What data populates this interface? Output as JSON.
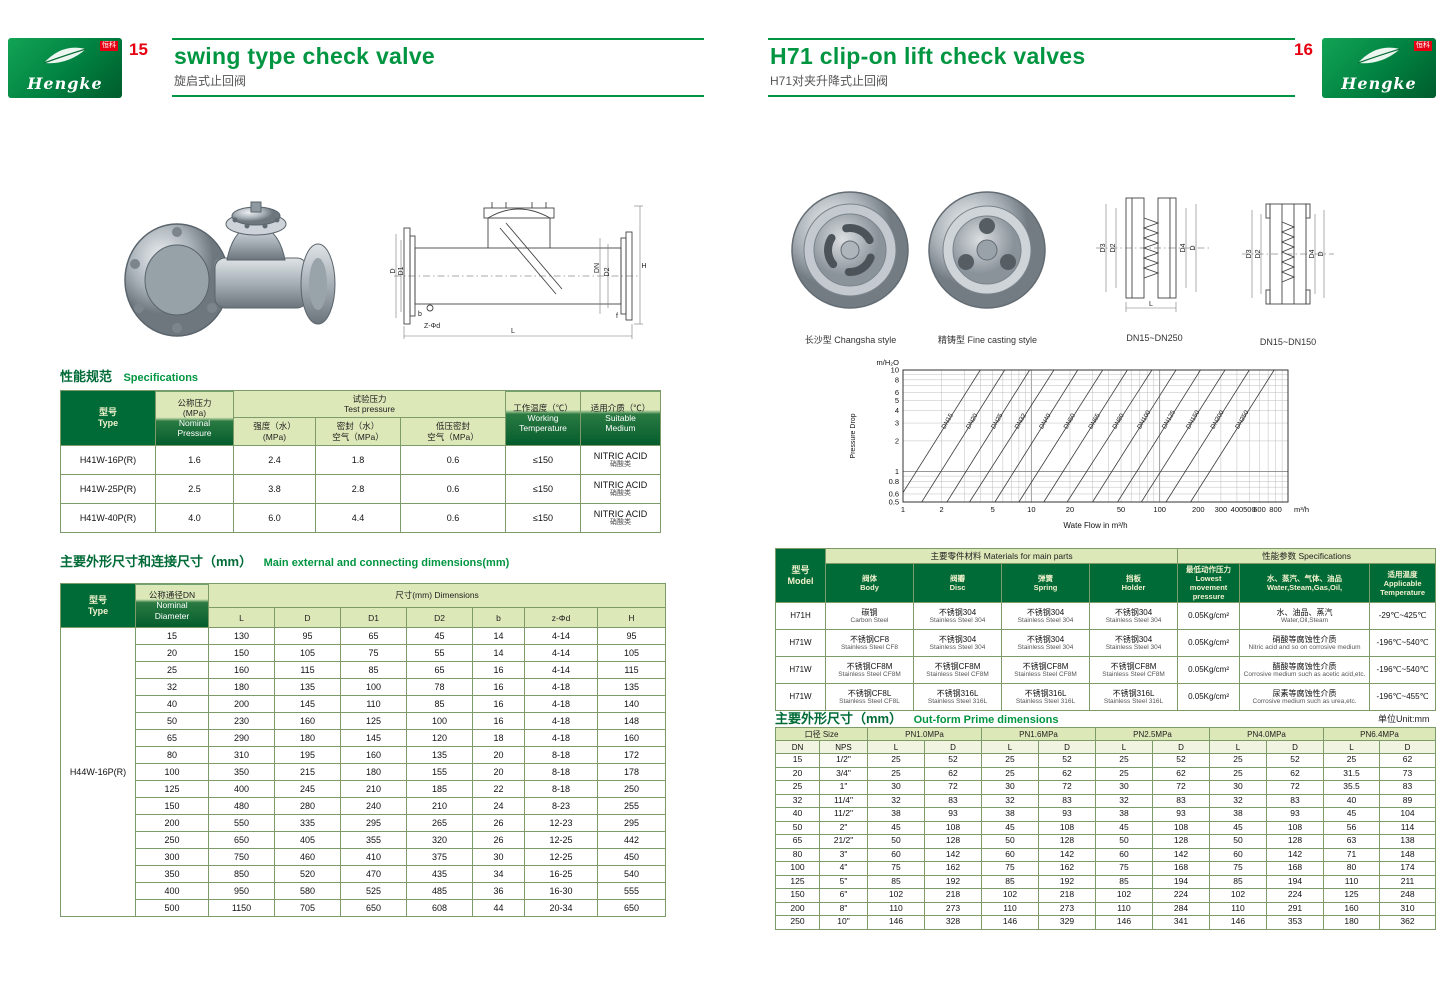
{
  "theme": {
    "brand_green": "#009540",
    "dark_green": "#006b37",
    "light_green": "#dce8b8",
    "accent_red": "#e60012"
  },
  "brand": {
    "name": "Hengke",
    "cn": "恒科"
  },
  "left_page": {
    "page_number": "15",
    "title": "swing type check valve",
    "subtitle": "旋启式止回阀",
    "spec_heading": {
      "cn": "性能规范",
      "en": "Specifications"
    },
    "spec_table": {
      "h_type": "型号\nType",
      "h_nominal_cn": "公称压力\n(MPa)",
      "h_nominal_en": "Nominal\nPressure",
      "h_test": "试验压力\nTest pressure",
      "h_strength": "强度（水）\n(MPa)",
      "h_seal": "密封（水）\n空气（MPa）",
      "h_low": "低压密封\n空气（MPa）",
      "h_working_cn": "工作温度（℃）",
      "h_working_en": "Working\nTemperature",
      "h_medium_cn": "适用介质（℃）",
      "h_medium_en": "Suitable\nMedium",
      "rows": [
        [
          "H41W-16P(R)",
          "1.6",
          "2.4",
          "1.8",
          "0.6",
          "≤150",
          "NITRIC ACID\n硝酸类"
        ],
        [
          "H41W-25P(R)",
          "2.5",
          "3.8",
          "2.8",
          "0.6",
          "≤150",
          "NITRIC ACID\n硝酸类"
        ],
        [
          "H41W-40P(R)",
          "4.0",
          "6.0",
          "4.4",
          "0.6",
          "≤150",
          "NITRIC ACID\n硝酸类"
        ]
      ]
    },
    "dim_heading": {
      "cn": "主要外形尺寸和连接尺寸（mm）",
      "en": "Main external and connecting dimensions(mm)"
    },
    "dim_table": {
      "h_type": "型号\nType",
      "h_dn_cn": "公称通径DN",
      "h_dn_en": "Nominal\nDiameter",
      "h_dims": "尺寸(mm) Dimensions",
      "cols": [
        "L",
        "D",
        "D1",
        "D2",
        "b",
        "z-Φd",
        "H"
      ],
      "model": "H44W-16P(R)",
      "rows": [
        [
          "15",
          "130",
          "95",
          "65",
          "45",
          "14",
          "4-14",
          "95"
        ],
        [
          "20",
          "150",
          "105",
          "75",
          "55",
          "14",
          "4-14",
          "105"
        ],
        [
          "25",
          "160",
          "115",
          "85",
          "65",
          "16",
          "4-14",
          "115"
        ],
        [
          "32",
          "180",
          "135",
          "100",
          "78",
          "16",
          "4-18",
          "135"
        ],
        [
          "40",
          "200",
          "145",
          "110",
          "85",
          "16",
          "4-18",
          "140"
        ],
        [
          "50",
          "230",
          "160",
          "125",
          "100",
          "16",
          "4-18",
          "148"
        ],
        [
          "65",
          "290",
          "180",
          "145",
          "120",
          "18",
          "4-18",
          "160"
        ],
        [
          "80",
          "310",
          "195",
          "160",
          "135",
          "20",
          "8-18",
          "172"
        ],
        [
          "100",
          "350",
          "215",
          "180",
          "155",
          "20",
          "8-18",
          "178"
        ],
        [
          "125",
          "400",
          "245",
          "210",
          "185",
          "22",
          "8-18",
          "250"
        ],
        [
          "150",
          "480",
          "280",
          "240",
          "210",
          "24",
          "8-23",
          "255"
        ],
        [
          "200",
          "550",
          "335",
          "295",
          "265",
          "26",
          "12-23",
          "295"
        ],
        [
          "250",
          "650",
          "405",
          "355",
          "320",
          "26",
          "12-25",
          "442"
        ],
        [
          "300",
          "750",
          "460",
          "410",
          "375",
          "30",
          "12-25",
          "450"
        ],
        [
          "350",
          "850",
          "520",
          "470",
          "435",
          "34",
          "16-25",
          "540"
        ],
        [
          "400",
          "950",
          "580",
          "525",
          "485",
          "36",
          "16-30",
          "555"
        ],
        [
          "500",
          "1150",
          "705",
          "650",
          "608",
          "44",
          "20-34",
          "650"
        ]
      ]
    },
    "drawing_labels": {
      "h": "H",
      "dn": "DN",
      "d2": "D2",
      "d1": "D1",
      "d": "D",
      "b": "b",
      "f": "f",
      "l": "L",
      "zd": "Z-Φd"
    }
  },
  "right_page": {
    "page_number": "16",
    "title": "H71 clip-on lift check valves",
    "subtitle": "H71对夹升降式止回阀",
    "photo_captions": [
      "长沙型 Changsha style",
      "精铸型 Fine casting style"
    ],
    "drawing_captions": [
      "DN15~DN250",
      "DN15~DN150"
    ],
    "drawing_labels": {
      "d3": "D3",
      "d2": "D2",
      "d": "D",
      "d4": "D4",
      "l": "L"
    },
    "materials_table": {
      "h_model": "型号\nModel",
      "h_materials": "主要零件材料 Materials for main parts",
      "h_specs": "性能参数 Specifications",
      "h_body": "阀体\nBody",
      "h_disc": "阀瓣\nDisc",
      "h_spring": "弹簧\nSpring",
      "h_holder": "挡板\nHolder",
      "h_pressure": "最低动作压力\nLowest movement\npressure",
      "h_media": "水、蒸汽、气体、油品\nWater,Steam,Gas,Oil,",
      "h_temp": "适用温度\nApplicable\nTemperature",
      "rows": [
        [
          "H71H",
          "碳钢\nCarbon Steel",
          "不锈钢304\nStainless Steel 304",
          "不锈钢304\nStainless Steel 304",
          "不锈钢304\nStainless Steel 304",
          "0.05Kg/cm²",
          "水、油品、蒸汽\nWater,Oil,Steam",
          "-29℃~425℃"
        ],
        [
          "H71W",
          "不锈钢CF8\nStainless Steel CF8",
          "不锈钢304\nStainless Steel 304",
          "不锈钢304\nStainless Steel 304",
          "不锈钢304\nStainless Steel 304",
          "0.05Kg/cm²",
          "硝酸等腐蚀性介质\nNitric acid and so on corrosive medium",
          "-196℃~540℃"
        ],
        [
          "H71W",
          "不锈钢CF8M\nStainless Steel CF8M",
          "不锈钢CF8M\nStainless Steel CF8M",
          "不锈钢CF8M\nStainless Steel CF8M",
          "不锈钢CF8M\nStainless Steel CF8M",
          "0.05Kg/cm²",
          "醋酸等腐蚀性介质\nCorrosive medium such as acetic acid,etc.",
          "-196℃~540℃"
        ],
        [
          "H71W",
          "不锈钢CF8L\nStainless Steel CF8L",
          "不锈钢316L\nStainless Steel 316L",
          "不锈钢316L\nStainless Steel 316L",
          "不锈钢316L\nStainless Steel 316L",
          "0.05Kg/cm²",
          "尿素等腐蚀性介质\nCorrosive medium such as urea,etc.",
          "-196℃~455℃"
        ]
      ]
    },
    "outform_heading": {
      "cn": "主要外形尺寸（mm）",
      "en": "Out-form Prime dimensions",
      "unit": "单位Unit:mm"
    },
    "outform_table": {
      "h_size": "口径 Size",
      "h_pn": [
        "PN1.0MPa",
        "PN1.6MPa",
        "PN2.5MPa",
        "PN4.0MPa",
        "PN6.4MPa"
      ],
      "h_dn": "DN",
      "h_nps": "NPS",
      "h_l": "L",
      "h_d": "D",
      "rows": [
        [
          "15",
          "1/2\"",
          "25",
          "52",
          "25",
          "52",
          "25",
          "52",
          "25",
          "52",
          "25",
          "62"
        ],
        [
          "20",
          "3/4\"",
          "25",
          "62",
          "25",
          "62",
          "25",
          "62",
          "25",
          "62",
          "31.5",
          "73"
        ],
        [
          "25",
          "1\"",
          "30",
          "72",
          "30",
          "72",
          "30",
          "72",
          "30",
          "72",
          "35.5",
          "83"
        ],
        [
          "32",
          "11/4\"",
          "32",
          "83",
          "32",
          "83",
          "32",
          "83",
          "32",
          "83",
          "40",
          "89"
        ],
        [
          "40",
          "11/2\"",
          "38",
          "93",
          "38",
          "93",
          "38",
          "93",
          "38",
          "93",
          "45",
          "104"
        ],
        [
          "50",
          "2\"",
          "45",
          "108",
          "45",
          "108",
          "45",
          "108",
          "45",
          "108",
          "56",
          "114"
        ],
        [
          "65",
          "21/2\"",
          "50",
          "128",
          "50",
          "128",
          "50",
          "128",
          "50",
          "128",
          "63",
          "138"
        ],
        [
          "80",
          "3\"",
          "60",
          "142",
          "60",
          "142",
          "60",
          "142",
          "60",
          "142",
          "71",
          "148"
        ],
        [
          "100",
          "4\"",
          "75",
          "162",
          "75",
          "162",
          "75",
          "168",
          "75",
          "168",
          "80",
          "174"
        ],
        [
          "125",
          "5\"",
          "85",
          "192",
          "85",
          "192",
          "85",
          "194",
          "85",
          "194",
          "110",
          "211"
        ],
        [
          "150",
          "6\"",
          "102",
          "218",
          "102",
          "218",
          "102",
          "224",
          "102",
          "224",
          "125",
          "248"
        ],
        [
          "200",
          "8\"",
          "110",
          "273",
          "110",
          "273",
          "110",
          "284",
          "110",
          "291",
          "160",
          "310"
        ],
        [
          "250",
          "10\"",
          "146",
          "328",
          "146",
          "329",
          "146",
          "341",
          "146",
          "353",
          "180",
          "362"
        ]
      ]
    }
  },
  "chart_data": {
    "type": "line",
    "title": "",
    "xlabel": "Wate Flow in m³/h",
    "x_unit": "m³/h",
    "ylabel": "Pressure Drop",
    "y_unit": "m/H₂O",
    "x_scale": "log",
    "y_scale": "log",
    "xlim": [
      1,
      1000
    ],
    "ylim": [
      0.5,
      10
    ],
    "x_ticks": [
      1,
      2,
      5,
      10,
      20,
      50,
      100,
      200,
      300,
      400,
      500,
      600,
      800
    ],
    "y_ticks": [
      10,
      8,
      6,
      5,
      4,
      3,
      2,
      1,
      0.8,
      0.6,
      0.5
    ],
    "grid": true,
    "legend": "labels-on-lines",
    "series": [
      {
        "name": "DN15",
        "points": [
          [
            0.9,
            0.5
          ],
          [
            4.0,
            10
          ]
        ]
      },
      {
        "name": "DN20",
        "points": [
          [
            1.4,
            0.5
          ],
          [
            6.2,
            10
          ]
        ]
      },
      {
        "name": "DN25",
        "points": [
          [
            2.2,
            0.5
          ],
          [
            9.7,
            10
          ]
        ]
      },
      {
        "name": "DN32",
        "points": [
          [
            3.3,
            0.5
          ],
          [
            15,
            10
          ]
        ]
      },
      {
        "name": "DN40",
        "points": [
          [
            5.2,
            0.5
          ],
          [
            23,
            10
          ]
        ]
      },
      {
        "name": "DN50",
        "points": [
          [
            8.0,
            0.5
          ],
          [
            36,
            10
          ]
        ]
      },
      {
        "name": "DN65",
        "points": [
          [
            12.5,
            0.5
          ],
          [
            56,
            10
          ]
        ]
      },
      {
        "name": "DN80",
        "points": [
          [
            19,
            0.5
          ],
          [
            87,
            10
          ]
        ]
      },
      {
        "name": "DN100",
        "points": [
          [
            30,
            0.5
          ],
          [
            134,
            10
          ]
        ]
      },
      {
        "name": "DN125",
        "points": [
          [
            47,
            0.5
          ],
          [
            208,
            10
          ]
        ]
      },
      {
        "name": "DN150",
        "points": [
          [
            72,
            0.5
          ],
          [
            323,
            10
          ]
        ]
      },
      {
        "name": "DN200",
        "points": [
          [
            112,
            0.5
          ],
          [
            500,
            10
          ]
        ]
      },
      {
        "name": "DN250",
        "points": [
          [
            174,
            0.5
          ],
          [
            780,
            10
          ]
        ]
      }
    ]
  }
}
